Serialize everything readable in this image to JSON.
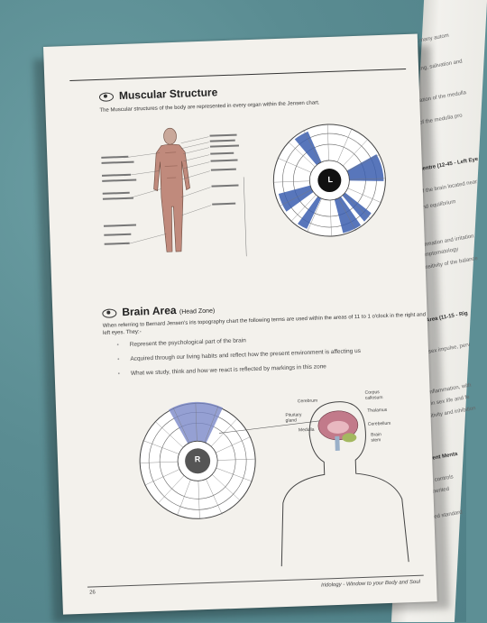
{
  "section1": {
    "title": "Muscular Structure",
    "intro": "The Muscular structures of the body are represented in every organ within the Jensen chart.",
    "iris_letter": "L"
  },
  "section2": {
    "title": "Brain Area",
    "title_sub": "(Head Zone)",
    "intro": "When referring to Bernard Jensen's iris topography chart the following terms are used within the areas of 11 to 1 o'clock in the right and left eyes. They:-",
    "bullets": [
      "Represent the psychological part of the brain",
      "Acquired through our living habits and reflect how the present environment is affecting us",
      "What we study, think and how we react is reflected by markings in this zone"
    ],
    "iris_letter": "R",
    "brain_labels": [
      "Cerebrum",
      "Corpus callosum",
      "Pituitary gland",
      "Thalamus",
      "Medulla",
      "Cerebellum",
      "Brain stem"
    ]
  },
  "footer": {
    "page_number": "26",
    "book_title": "Iridology - Window to your Body and Soul"
  },
  "right_page": {
    "fragments": [
      "...many autom",
      "...ing, salivation and",
      "...ation of the medulla",
      "...of the medulla pro",
      "...centre (12-45 - Left Eye",
      "...of the brain located near",
      "...and equilibrium",
      "...ammation and irritation",
      "...symptomatology",
      "...sensitivity of the balance",
      "Sex Area (11-15 - Rig",
      "...the sex impulse, perv",
      "...ate inflammation, with",
      "...sion in sex life and fe",
      "...sensitivity and inhibition",
      "...Inherent Menta",
      "...which controls",
      "...our inherited",
      "...inherited standard"
    ]
  },
  "colors": {
    "iris_blue": "#3b5fb0",
    "page": "#f3f1ec",
    "cloth": "#5d8f95"
  }
}
